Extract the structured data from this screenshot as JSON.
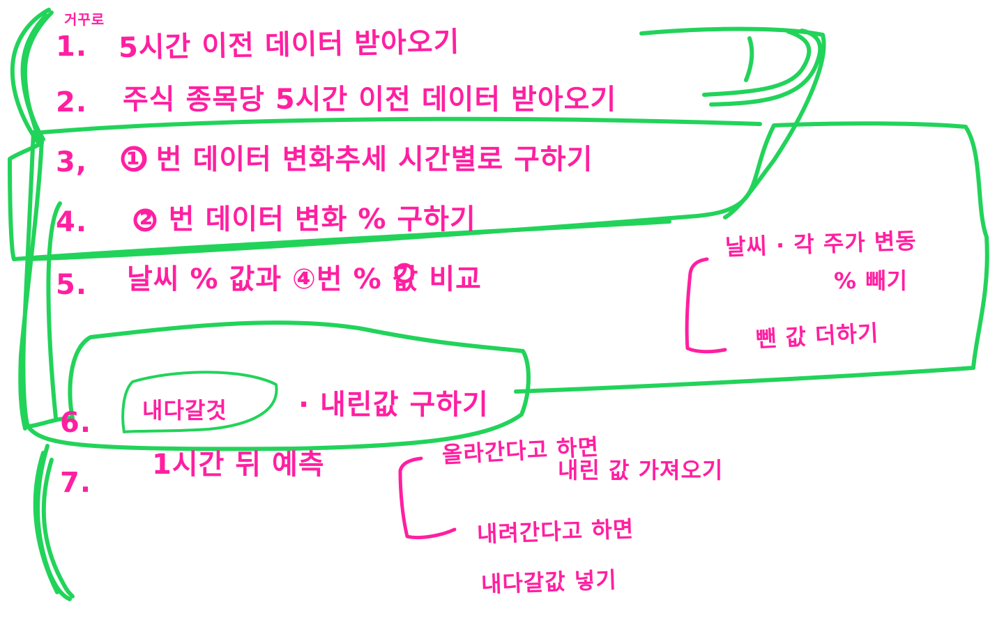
{
  "colors": {
    "pen_green": "#22d35a",
    "pen_pink": "#ff1fa0",
    "paper": "#ffffff"
  },
  "corner_note": "거꾸로",
  "steps": [
    {
      "num": "1.",
      "text": "5시간 이전 데이터 받아오기"
    },
    {
      "num": "2.",
      "text": "주식 종목당 5시간 이전 데이터 받아오기"
    },
    {
      "num": "3,",
      "text": "① 번 데이터 변화추세 시간별로 구하기"
    },
    {
      "num": "4.",
      "text": "② 번 데이터 변화 % 구하기"
    },
    {
      "num": "5.",
      "text": "날씨 % 값과 ④번 % 값 비교"
    },
    {
      "num": "6.",
      "circled": "내다갈것",
      "text": "· 내린값 구하기"
    },
    {
      "num": "7.",
      "text": "1시간 뒤 예측"
    }
  ],
  "side_note_5": {
    "line1": "날씨 · 각 주가 변동",
    "line2": "% 빼기",
    "line3": "뺀 값 더하기"
  },
  "side_note_7": {
    "line1": "올라간다고 하면",
    "line2": "내린 값 가져오기",
    "line3": "내려간다고 하면",
    "line4": "내다갈값 넣기"
  }
}
